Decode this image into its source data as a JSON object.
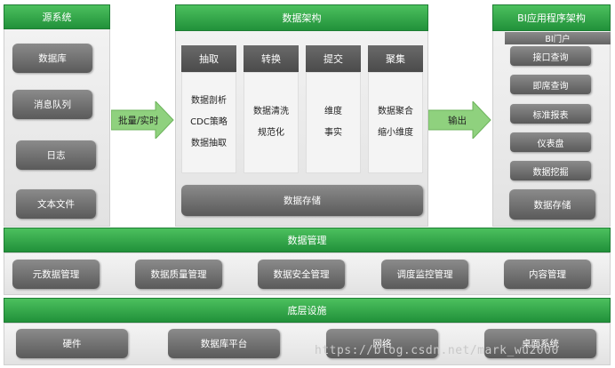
{
  "source": {
    "title": "源系统",
    "items": [
      "数据库",
      "消息队列",
      "日志",
      "文本文件"
    ]
  },
  "arrows": {
    "left_label": "批量/实时",
    "right_label": "输出"
  },
  "architecture": {
    "title": "数据架构",
    "columns": [
      {
        "head": "抽取",
        "lines": [
          "数据剖析",
          "CDC策略",
          "数据抽取"
        ]
      },
      {
        "head": "转换",
        "lines": [
          "数据清洗",
          "规范化"
        ]
      },
      {
        "head": "提交",
        "lines": [
          "维度",
          "事实"
        ]
      },
      {
        "head": "聚集",
        "lines": [
          "数据聚合",
          "缩小维度"
        ]
      }
    ],
    "storage": "数据存储"
  },
  "bi": {
    "title": "BI应用程序架构",
    "portal": "BI门户",
    "items": [
      "接口查询",
      "即席查询",
      "标准报表",
      "仪表盘",
      "数据挖掘"
    ],
    "storage": "数据存储"
  },
  "management": {
    "title": "数据管理",
    "items": [
      "元数据管理",
      "数据质量管理",
      "数据安全管理",
      "调度监控管理",
      "内容管理"
    ]
  },
  "infrastructure": {
    "title": "底层设施",
    "items": [
      "硬件",
      "数据库平台",
      "网络",
      "桌面系统"
    ]
  },
  "watermark": "https://blog.csdn.net/mark_wu2000",
  "colors": {
    "header_green": "#21913a",
    "button_gray": "#5a5a5a",
    "arrow_green": "#8fd17e"
  }
}
